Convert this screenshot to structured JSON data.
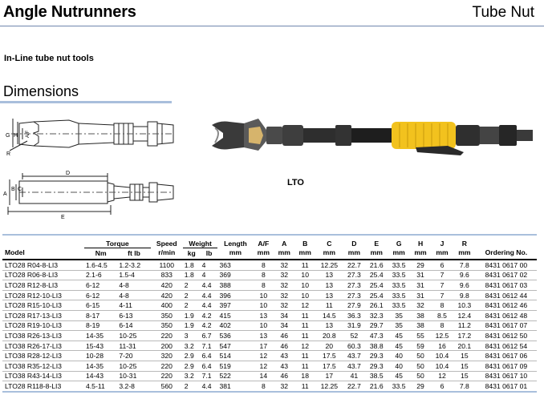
{
  "header": {
    "title": "Angle Nutrunners",
    "category": "Tube Nut"
  },
  "subtitle": "In-Line tube nut tools",
  "section_title": "Dimensions",
  "drawing_top": {
    "labels": {
      "g": "G",
      "h": "H",
      "af": "A/F",
      "r": "R"
    }
  },
  "drawing_side": {
    "labels": {
      "d": "D",
      "b": "B",
      "a": "A",
      "c": "C",
      "e": "E"
    }
  },
  "photo_label": "LTO",
  "table": {
    "group_headers": {
      "torque": "Torque",
      "weight": "Weight"
    },
    "headers": {
      "model": "Model",
      "nm": "Nm",
      "ftlb": "ft lb",
      "speed": "Speed",
      "speed_unit": "r/min",
      "kg": "kg",
      "lb": "lb",
      "length": "Length",
      "length_unit": "mm",
      "af": "A/F",
      "af_unit": "mm",
      "a": "A",
      "a_unit": "mm",
      "b": "B",
      "b_unit": "mm",
      "c": "C",
      "c_unit": "mm",
      "d": "D",
      "d_unit": "mm",
      "e": "E",
      "e_unit": "mm",
      "g": "G",
      "g_unit": "mm",
      "h": "H",
      "h_unit": "mm",
      "j": "J",
      "j_unit": "mm",
      "r": "R",
      "r_unit": "mm",
      "ordering": "Ordering No."
    },
    "rows": [
      [
        "LTO28 R04-8-LI3",
        "1.6-4.5",
        "1.2-3.2",
        "1100",
        "1.8",
        "4",
        "363",
        "8",
        "32",
        "11",
        "12.25",
        "22.7",
        "21.6",
        "33.5",
        "29",
        "6",
        "7.8",
        "8431 0617 00"
      ],
      [
        "LTO28 R06-8-LI3",
        "2.1-6",
        "1.5-4",
        "833",
        "1.8",
        "4",
        "369",
        "8",
        "32",
        "10",
        "13",
        "27.3",
        "25.4",
        "33.5",
        "31",
        "7",
        "9.6",
        "8431 0617 02"
      ],
      [
        "LTO28 R12-8-LI3",
        "6-12",
        "4-8",
        "420",
        "2",
        "4.4",
        "388",
        "8",
        "32",
        "10",
        "13",
        "27.3",
        "25.4",
        "33.5",
        "31",
        "7",
        "9.6",
        "8431 0617 03"
      ],
      [
        "LTO28 R12-10-LI3",
        "6-12",
        "4-8",
        "420",
        "2",
        "4.4",
        "396",
        "10",
        "32",
        "10",
        "13",
        "27.3",
        "25.4",
        "33.5",
        "31",
        "7",
        "9.8",
        "8431 0612 44"
      ],
      [
        "LTO28 R15-10-LI3",
        "6-15",
        "4-11",
        "400",
        "2",
        "4.4",
        "397",
        "10",
        "32",
        "12",
        "11",
        "27.9",
        "26.1",
        "33.5",
        "32",
        "8",
        "10.3",
        "8431 0612 46"
      ],
      [
        "LTO28 R17-13-LI3",
        "8-17",
        "6-13",
        "350",
        "1.9",
        "4.2",
        "415",
        "13",
        "34",
        "11",
        "14.5",
        "36.3",
        "32.3",
        "35",
        "38",
        "8.5",
        "12.4",
        "8431 0612 48"
      ],
      [
        "LTO28 R19-10-LI3",
        "8-19",
        "6-14",
        "350",
        "1.9",
        "4.2",
        "402",
        "10",
        "34",
        "11",
        "13",
        "31.9",
        "29.7",
        "35",
        "38",
        "8",
        "11.2",
        "8431 0617 07"
      ],
      [
        "LTO38 R26-13-LI3",
        "14-35",
        "10-25",
        "220",
        "3",
        "6.7",
        "536",
        "13",
        "46",
        "11",
        "20.8",
        "52",
        "47.3",
        "45",
        "55",
        "12.5",
        "17.2",
        "8431 0612 50"
      ],
      [
        "LTO38 R26-17-LI3",
        "15-43",
        "11-31",
        "200",
        "3.2",
        "7.1",
        "547",
        "17",
        "46",
        "12",
        "20",
        "60.3",
        "38.8",
        "45",
        "59",
        "16",
        "20.1",
        "8431 0612 54"
      ],
      [
        "LTO38 R28-12-LI3",
        "10-28",
        "7-20",
        "320",
        "2.9",
        "6.4",
        "514",
        "12",
        "43",
        "11",
        "17.5",
        "43.7",
        "29.3",
        "40",
        "50",
        "10.4",
        "15",
        "8431 0617 06"
      ],
      [
        "LTO38 R35-12-LI3",
        "14-35",
        "10-25",
        "220",
        "2.9",
        "6.4",
        "519",
        "12",
        "43",
        "11",
        "17.5",
        "43.7",
        "29.3",
        "40",
        "50",
        "10.4",
        "15",
        "8431 0617 09"
      ],
      [
        "LTO38 R43-14-LI3",
        "14-43",
        "10-31",
        "220",
        "3.2",
        "7.1",
        "522",
        "14",
        "46",
        "18",
        "17",
        "41",
        "38.5",
        "45",
        "50",
        "12",
        "15",
        "8431 0617 10"
      ],
      [
        "LTO28 R118-8-LI3",
        "4.5-11",
        "3.2-8",
        "560",
        "2",
        "4.4",
        "381",
        "8",
        "32",
        "11",
        "12.25",
        "22.7",
        "21.6",
        "33.5",
        "29",
        "6",
        "7.8",
        "8431 0617 01"
      ]
    ]
  }
}
